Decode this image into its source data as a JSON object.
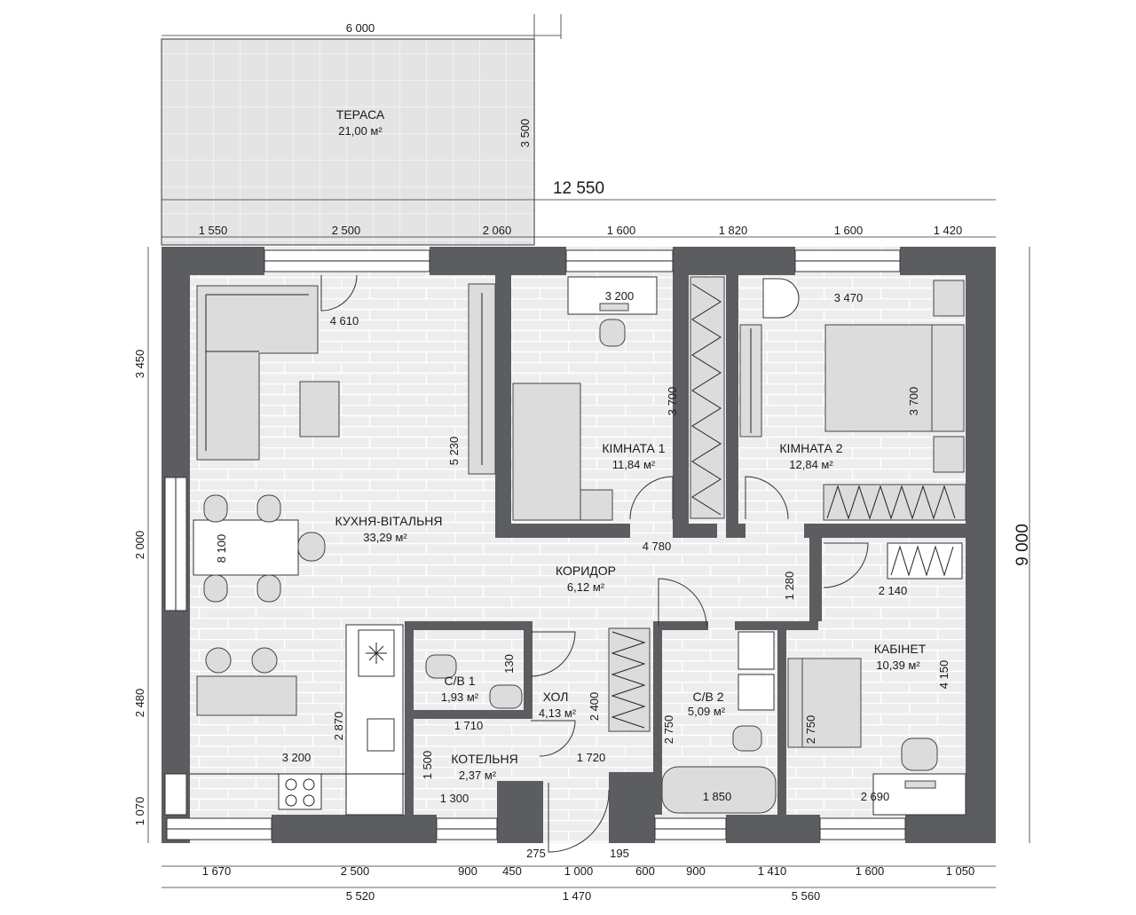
{
  "rooms": {
    "terrace": {
      "name": "ТЕРАСА",
      "area": "21,00 м²"
    },
    "kitchen": {
      "name": "КУХНЯ-ВІТАЛЬНЯ",
      "area": "33,29 м²"
    },
    "room1": {
      "name": "КІМНАТА 1",
      "area": "11,84 м²"
    },
    "room2": {
      "name": "КІМНАТА 2",
      "area": "12,84 м²"
    },
    "corridor": {
      "name": "КОРИДОР",
      "area": "6,12 м²"
    },
    "office": {
      "name": "КАБІНЕТ",
      "area": "10,39 м²"
    },
    "wc1": {
      "name": "С/В 1",
      "area": "1,93 м²"
    },
    "hall": {
      "name": "ХОЛ",
      "area": "4,13 м²"
    },
    "wc2": {
      "name": "С/В 2",
      "area": "5,09 м²"
    },
    "boiler": {
      "name": "КОТЕЛЬНЯ",
      "area": "2,37 м²"
    }
  },
  "dimensions": {
    "terrace_width": "6 000",
    "terrace_depth": "3 500",
    "total_width": "12 550",
    "total_depth": "9 000",
    "top": [
      "1 550",
      "2 500",
      "2 060",
      "1 600",
      "1 820",
      "1 600",
      "1 420"
    ],
    "bottom": [
      "1 670",
      "2 500",
      "900",
      "450",
      "275",
      "1 000",
      "195",
      "600",
      "900",
      "1 410",
      "1 600",
      "1 050"
    ],
    "bottom_total": [
      "5 520",
      "1 470",
      "5 560"
    ],
    "left": [
      "3 450",
      "2 000",
      "2 480",
      "1 070"
    ],
    "inner": {
      "kitchen_top": "4 610",
      "kitchen_depth": "5 230",
      "dining": "8 100",
      "kitchen_unit": "2 870",
      "kitchen_bottom": "3 200",
      "room1_top": "3 200",
      "room1_depth": "3 700",
      "room2_top": "3 470",
      "room2_depth": "3 700",
      "corridor_len": "4 780",
      "corridor_w": "1 280",
      "office_top": "2 140",
      "office_depth": "4 150",
      "office_inner": "2 750",
      "office_bottom": "2 690",
      "wc1_130": "130",
      "wc1_bottom": "1 710",
      "hall_depth": "2 400",
      "hall_bottom": "1 720",
      "wc2_depth": "2 750",
      "wc2_bottom": "1 850",
      "boiler_depth": "1 500",
      "boiler_width": "1 300"
    }
  }
}
